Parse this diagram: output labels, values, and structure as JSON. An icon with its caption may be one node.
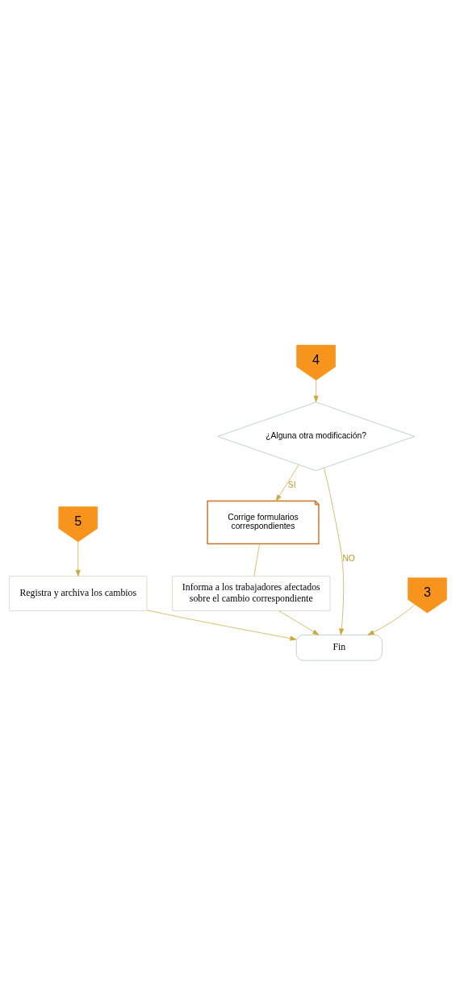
{
  "diagram": {
    "nodes": [
      {
        "text": [
          "5"
        ]
      },
      {
        "text": [
          "Registra y archiva los cambios"
        ]
      },
      {
        "text": [
          "4"
        ]
      },
      {
        "text": [
          "¿Alguna otra modificación?"
        ]
      },
      {
        "text": [
          "Corrige formularios correspondientes"
        ]
      },
      {
        "text": [
          "Informa a los trabajadores afectados sobre el cambio correspondiente"
        ]
      },
      {
        "text": [
          "3"
        ]
      },
      {
        "text": [
          "Fin"
        ]
      }
    ],
    "edges": [
      {
        "from": 0,
        "to": 1,
        "arrow": "to"
      },
      {
        "from": 1,
        "to": 7,
        "arrow": "to"
      },
      {
        "from": 2,
        "to": 3,
        "arrow": "to"
      },
      {
        "from": 3,
        "to": 4,
        "arrow": "to",
        "label": "SI"
      },
      {
        "from": 4,
        "to": 5,
        "arrow": "none"
      },
      {
        "from": 5,
        "to": 7,
        "arrow": "to"
      },
      {
        "from": 3,
        "to": 7,
        "arrow": "to",
        "label": "NO"
      },
      {
        "from": 6,
        "to": 7,
        "arrow": "to"
      }
    ]
  }
}
